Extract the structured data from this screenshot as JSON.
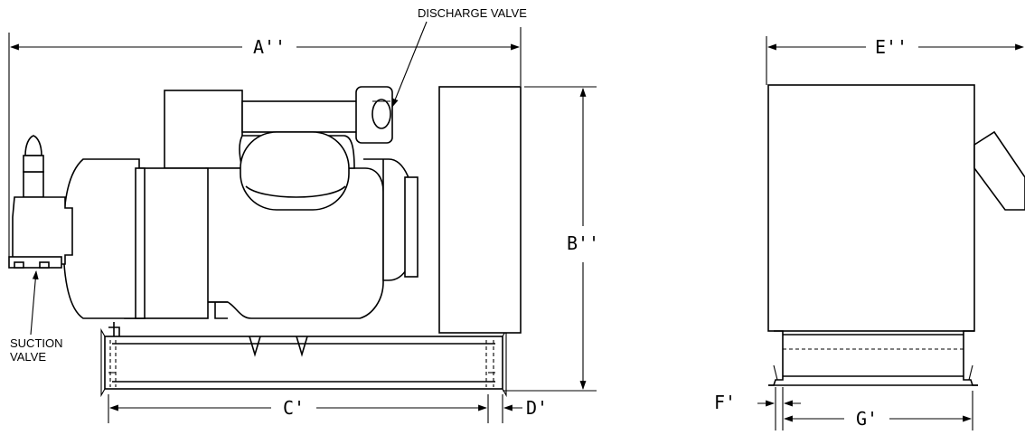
{
  "labels": {
    "discharge_valve": "DISCHARGE VALVE",
    "suction_valve_line1": "SUCTION",
    "suction_valve_line2": "VALVE"
  },
  "dimensions": {
    "a": "A''",
    "b": "B''",
    "c": "C'",
    "d": "D'",
    "e": "E''",
    "f": "F'",
    "g": "G'"
  }
}
